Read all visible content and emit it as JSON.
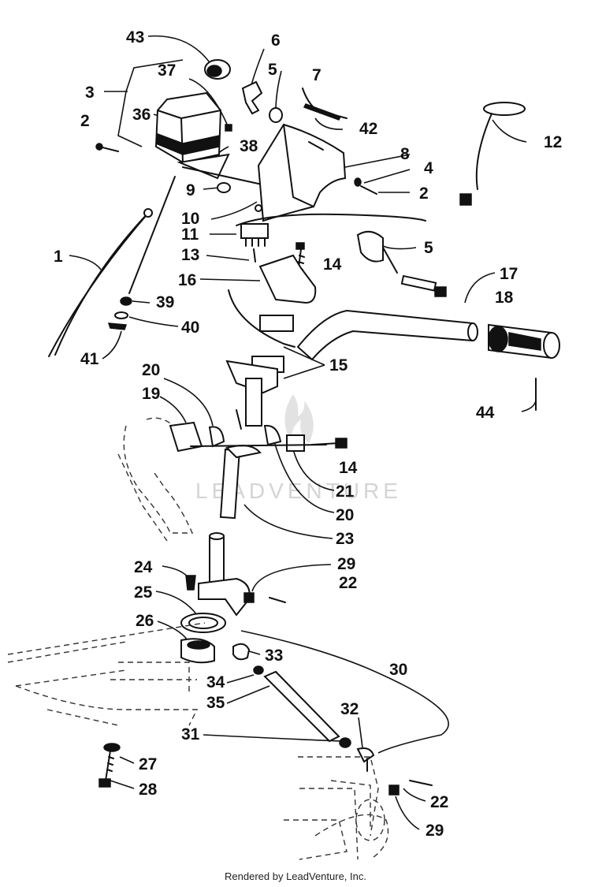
{
  "callouts": [
    "43",
    "6",
    "37",
    "5",
    "7",
    "3",
    "36",
    "2",
    "42",
    "12",
    "38",
    "8",
    "4",
    "9",
    "2",
    "10",
    "5",
    "11",
    "1",
    "13",
    "14",
    "16",
    "17",
    "18",
    "39",
    "40",
    "41",
    "15",
    "44",
    "20",
    "19",
    "14",
    "21",
    "20",
    "23",
    "24",
    "29",
    "22",
    "25",
    "26",
    "33",
    "30",
    "34",
    "35",
    "32",
    "31",
    "27",
    "28",
    "22",
    "29"
  ],
  "watermark": "LEADVENTURE",
  "footer": "Rendered by LeadVenture, Inc."
}
